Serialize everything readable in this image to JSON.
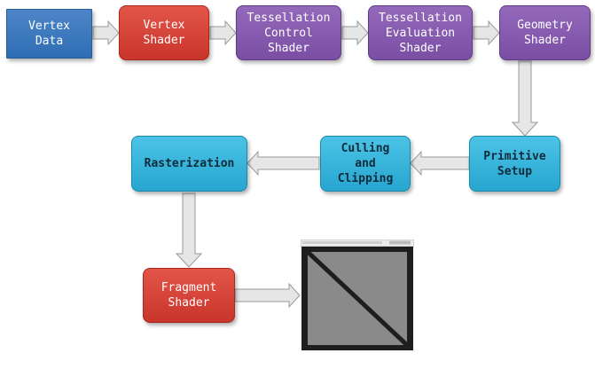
{
  "nodes": {
    "vertex_data": "Vertex\nData",
    "vertex_shader": "Vertex\nShader",
    "tess_control": "Tessellation\nControl\nShader",
    "tess_eval": "Tessellation\nEvaluation\nShader",
    "geometry_shader": "Geometry\nShader",
    "primitive_setup": "Primitive\nSetup",
    "culling_clipping": "Culling\nand\nClipping",
    "rasterization": "Rasterization",
    "fragment_shader": "Fragment\nShader"
  },
  "colors": {
    "blue": "#3a78be",
    "red": "#d4443a",
    "purple": "#8559ad",
    "cyan": "#33b2da",
    "arrow_fill": "#e6e6e6",
    "arrow_stroke": "#9a9a9a",
    "window_frame": "#1e1e1e",
    "window_fill": "#8a8a8a"
  },
  "icons": {
    "output": "rendered-window-icon"
  }
}
